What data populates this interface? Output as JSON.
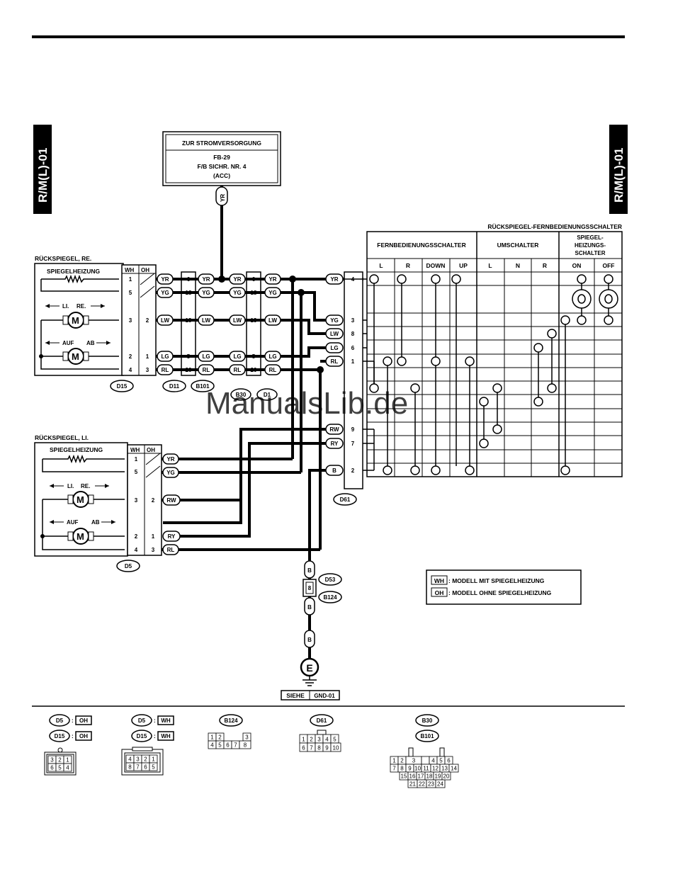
{
  "page_code": "R/M(L)-01",
  "power": {
    "title": "ZUR STROMVERSORGUNG",
    "line1": "FB-29",
    "line2": "F/B SICHR. NR. 4",
    "line3": "(ACC)",
    "wire": "YR"
  },
  "switch": {
    "title": "RÜCKSPIEGEL-FERNBEDIENUNGSSCHALTER",
    "groups": [
      "FERNBEDIENUNGSSCHALTER",
      "UMSCHALTER",
      "SPIEGEL-",
      "HEIZUNGS-",
      "SCHALTER"
    ],
    "columns": [
      "L",
      "R",
      "DOWN",
      "UP",
      "L",
      "N",
      "R",
      "ON",
      "OFF"
    ],
    "pins": [
      {
        "wire": "YR",
        "pin": "4"
      },
      {
        "wire": "YG",
        "pin": "3"
      },
      {
        "wire": "LW",
        "pin": "8"
      },
      {
        "wire": "LG",
        "pin": "6"
      },
      {
        "wire": "RL",
        "pin": "1"
      },
      {
        "wire": "RW",
        "pin": "9"
      },
      {
        "wire": "RY",
        "pin": "7"
      },
      {
        "wire": "B",
        "pin": "2"
      }
    ],
    "connector": "D61"
  },
  "mirror_right": {
    "title": "RÜCKSPIEGEL, RE.",
    "heater": "SPIEGELHEIZUNG",
    "li": "LI.",
    "re": "RE.",
    "auf": "AUF",
    "ab": "AB",
    "motor": "M",
    "wh": "WH",
    "oh": "OH",
    "connector": "D15",
    "rows": [
      {
        "wh": "1",
        "oh": "",
        "wire": "YR"
      },
      {
        "wh": "5",
        "oh": "",
        "wire": "YG"
      },
      {
        "wh": "3",
        "oh": "2",
        "wire": "LW"
      },
      {
        "wh": "2",
        "oh": "1",
        "wire": "LG"
      },
      {
        "wh": "4",
        "oh": "3",
        "wire": "RL"
      }
    ]
  },
  "mirror_left": {
    "title": "RÜCKSPIEGEL, LI.",
    "heater": "SPIEGELHEIZUNG",
    "li": "LI.",
    "re": "RE.",
    "auf": "AUF",
    "ab": "AB",
    "motor": "M",
    "wh": "WH",
    "oh": "OH",
    "connector": "D5",
    "rows": [
      {
        "wh": "1",
        "oh": "",
        "wire": "YR"
      },
      {
        "wh": "5",
        "oh": "",
        "wire": "YG"
      },
      {
        "wh": "3",
        "oh": "2",
        "wire": "RW"
      },
      {
        "wh": "2",
        "oh": "1",
        "wire": "RY"
      },
      {
        "wh": "4",
        "oh": "3",
        "wire": "RL"
      }
    ]
  },
  "joint_right": {
    "connectors": [
      "D11",
      "B101",
      "B30",
      "D1"
    ],
    "rows": [
      {
        "a": "6",
        "w1": "YR",
        "w2": "YR",
        "b": "6",
        "w3": "YR"
      },
      {
        "a": "18",
        "w1": "YG",
        "w2": "YG",
        "b": "18",
        "w3": "YG"
      },
      {
        "a": "19",
        "w1": "LW",
        "w2": "LW",
        "b": "19",
        "w3": "LW"
      },
      {
        "a": "5",
        "w1": "LG",
        "w2": "LG",
        "b": "5",
        "w3": "LG"
      },
      {
        "a": "20",
        "w1": "RL",
        "w2": "RL",
        "b": "20",
        "w3": "RL"
      }
    ]
  },
  "ground": {
    "wires": [
      "B",
      "B",
      "B"
    ],
    "pin": "8",
    "connectors": [
      "D53",
      "B124"
    ],
    "symbol": "E",
    "ref_label": "SIEHE",
    "ref": "GND-01"
  },
  "legend": [
    {
      "code": "WH",
      "text": ": MODELL MIT SPIEGELHEIZUNG"
    },
    {
      "code": "OH",
      "text": ": MODELL OHNE SPIEGELHEIZUNG"
    }
  ],
  "connector_views": {
    "c1": {
      "labels": [
        "D5",
        "OH",
        "D15",
        "OH"
      ],
      "pins": [
        "3",
        "2",
        "1",
        "6",
        "5",
        "4"
      ]
    },
    "c2": {
      "labels": [
        "D5",
        "WH",
        "D15",
        "WH"
      ],
      "pins": [
        "4",
        "3",
        "2",
        "1",
        "8",
        "7",
        "6",
        "5"
      ]
    },
    "c3": {
      "label": "B124",
      "pins": [
        "1",
        "2",
        "3",
        "4",
        "5",
        "6",
        "7",
        "8"
      ]
    },
    "c4": {
      "label": "D61",
      "pins": [
        "1",
        "2",
        "3",
        "4",
        "5",
        "6",
        "7",
        "8",
        "9",
        "10"
      ]
    },
    "c5": {
      "labels": [
        "B30",
        "B101"
      ],
      "pins": [
        "1",
        "2",
        "3",
        "4",
        "5",
        "6",
        "7",
        "8",
        "9",
        "10",
        "11",
        "12",
        "13",
        "14",
        "15",
        "16",
        "17",
        "18",
        "19",
        "20",
        "21",
        "22",
        "23",
        "24"
      ]
    }
  },
  "watermark": "ManualsLib.de"
}
